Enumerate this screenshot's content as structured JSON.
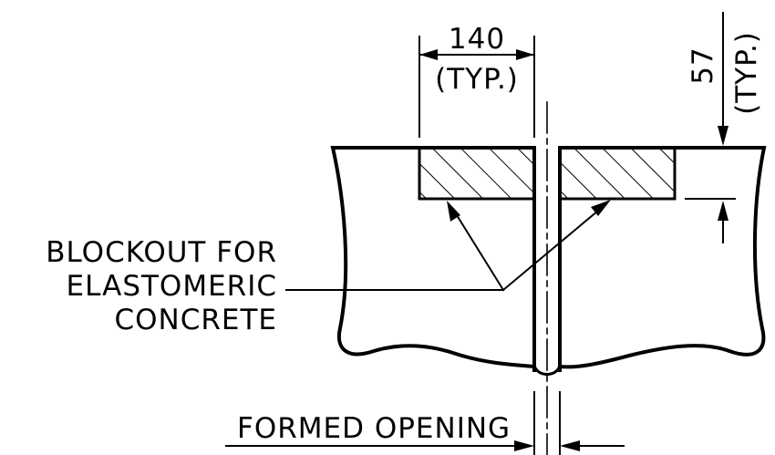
{
  "dimensions": {
    "width_value": "140",
    "width_note": "(TYP.)",
    "depth_value": "57",
    "depth_note": "(TYP.)"
  },
  "labels": {
    "blockout_line1": "BLOCKOUT FOR",
    "blockout_line2": "ELASTOMERIC",
    "blockout_line3": "CONCRETE",
    "formed_opening": "FORMED OPENING"
  },
  "colors": {
    "ink": "#000000",
    "paper": "#ffffff"
  }
}
